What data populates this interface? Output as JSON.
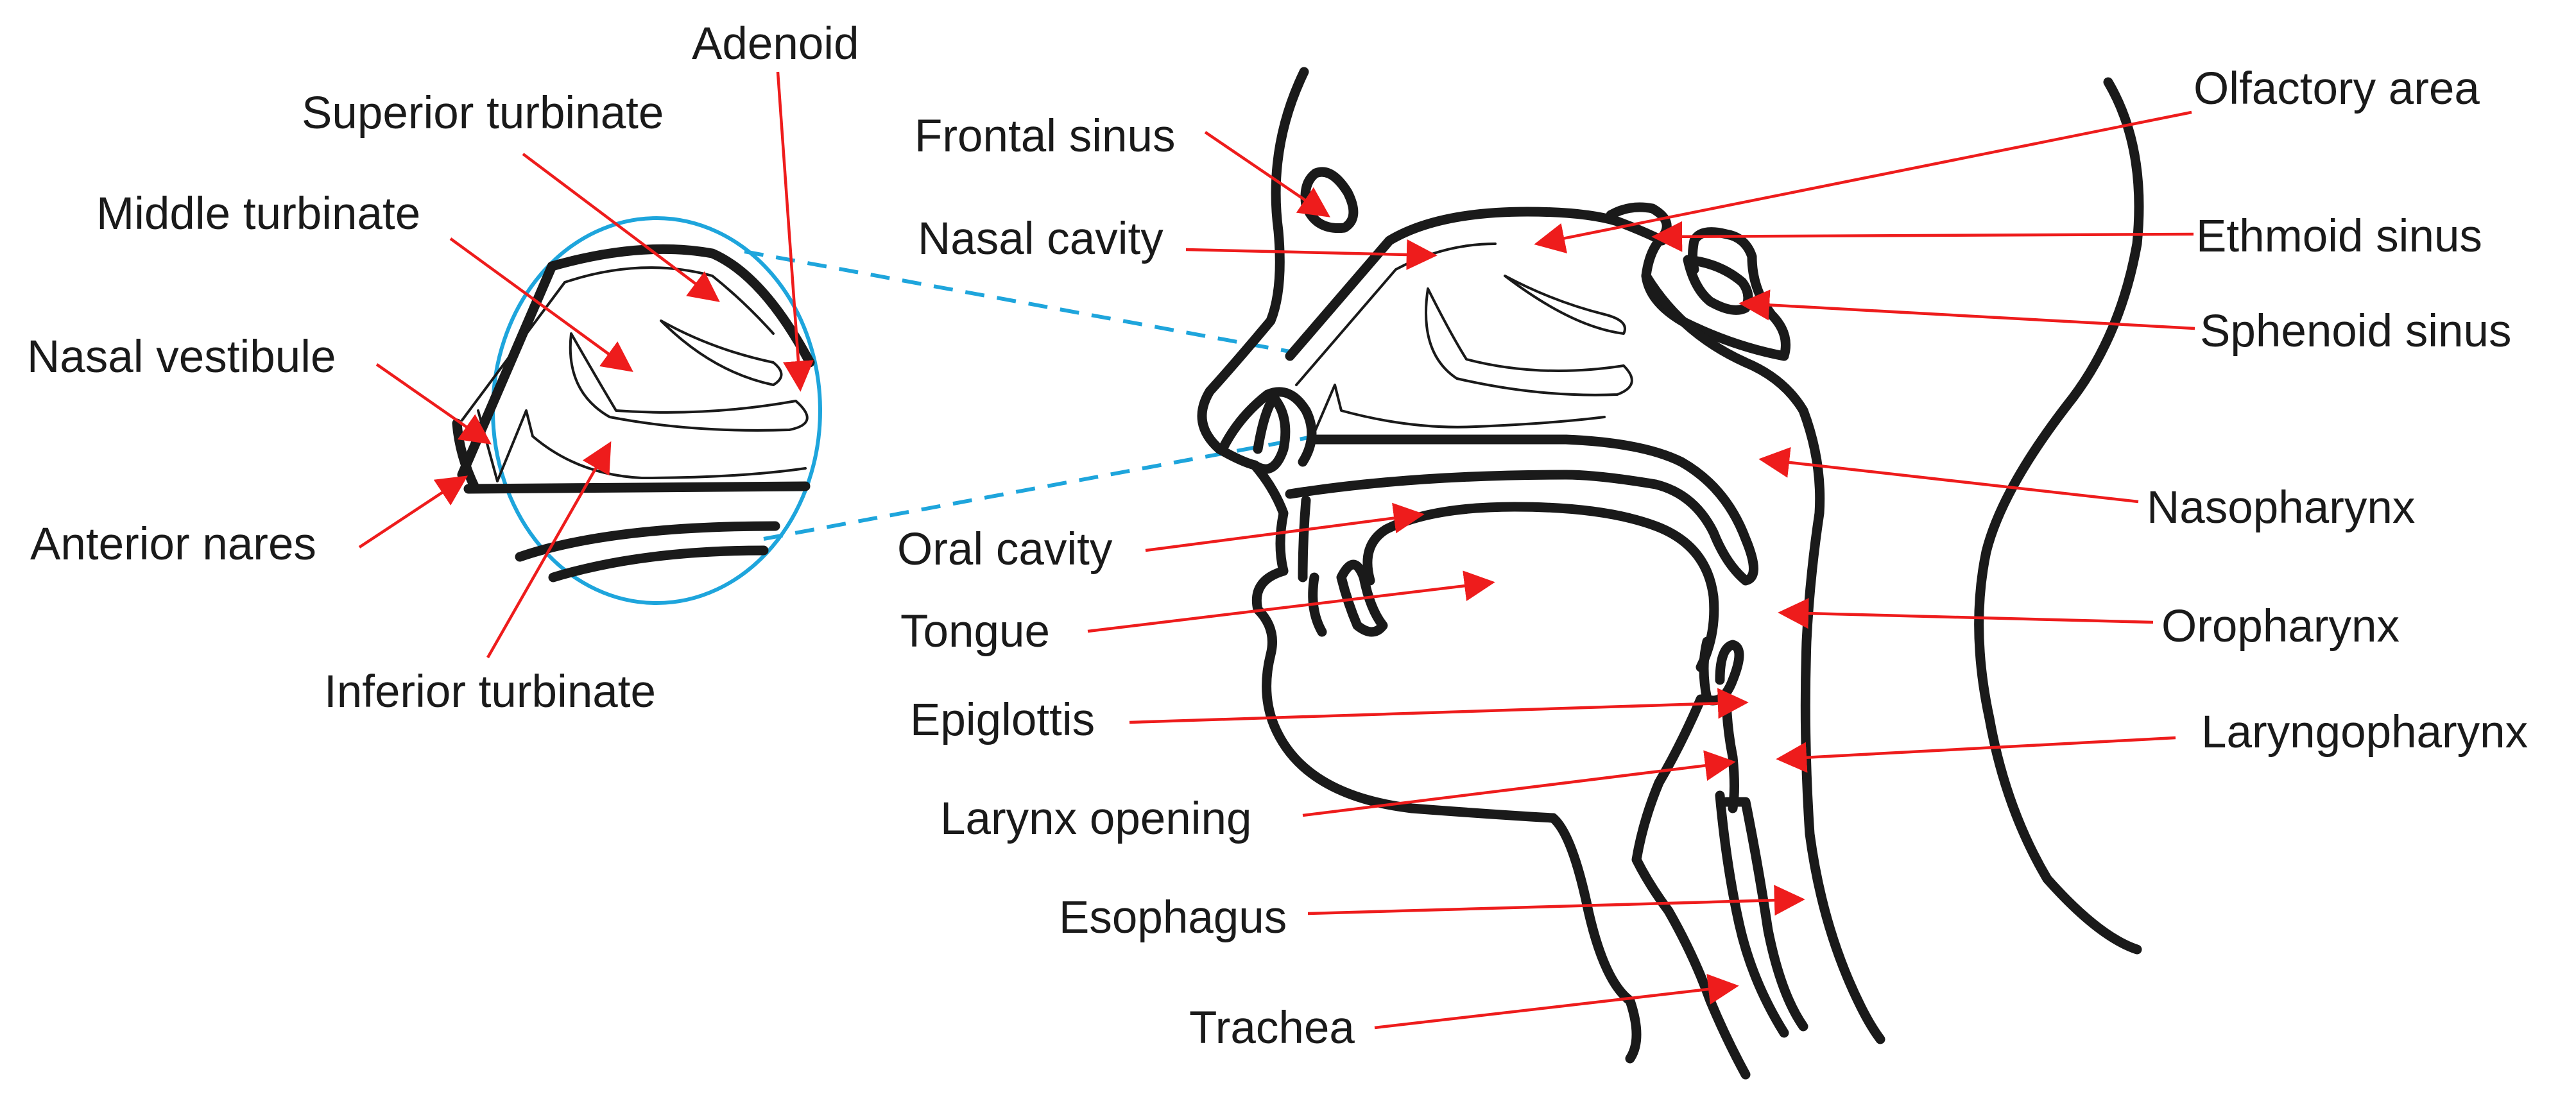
{
  "labels": {
    "adenoid": "Adenoid",
    "superior_turbinate": "Superior turbinate",
    "middle_turbinate": "Middle turbinate",
    "nasal_vestibule": "Nasal vestibule",
    "anterior_nares": "Anterior nares",
    "inferior_turbinate": "Inferior turbinate",
    "frontal_sinus": "Frontal sinus",
    "nasal_cavity": "Nasal cavity",
    "oral_cavity": "Oral cavity",
    "tongue": "Tongue",
    "epiglottis": "Epiglottis",
    "larynx_opening": "Larynx opening",
    "esophagus": "Esophagus",
    "trachea": "Trachea",
    "olfactory_area": "Olfactory area",
    "ethmoid_sinus": "Ethmoid sinus",
    "sphenoid_sinus": "Sphenoid sinus",
    "nasopharynx": "Nasopharynx",
    "oropharynx": "Oropharynx",
    "laryngopharynx": "Laryngopharynx"
  },
  "colors": {
    "arrow": "#ee1c1c",
    "outline": "#1a1a1a",
    "zoom_ring": "#1ea5dc"
  }
}
